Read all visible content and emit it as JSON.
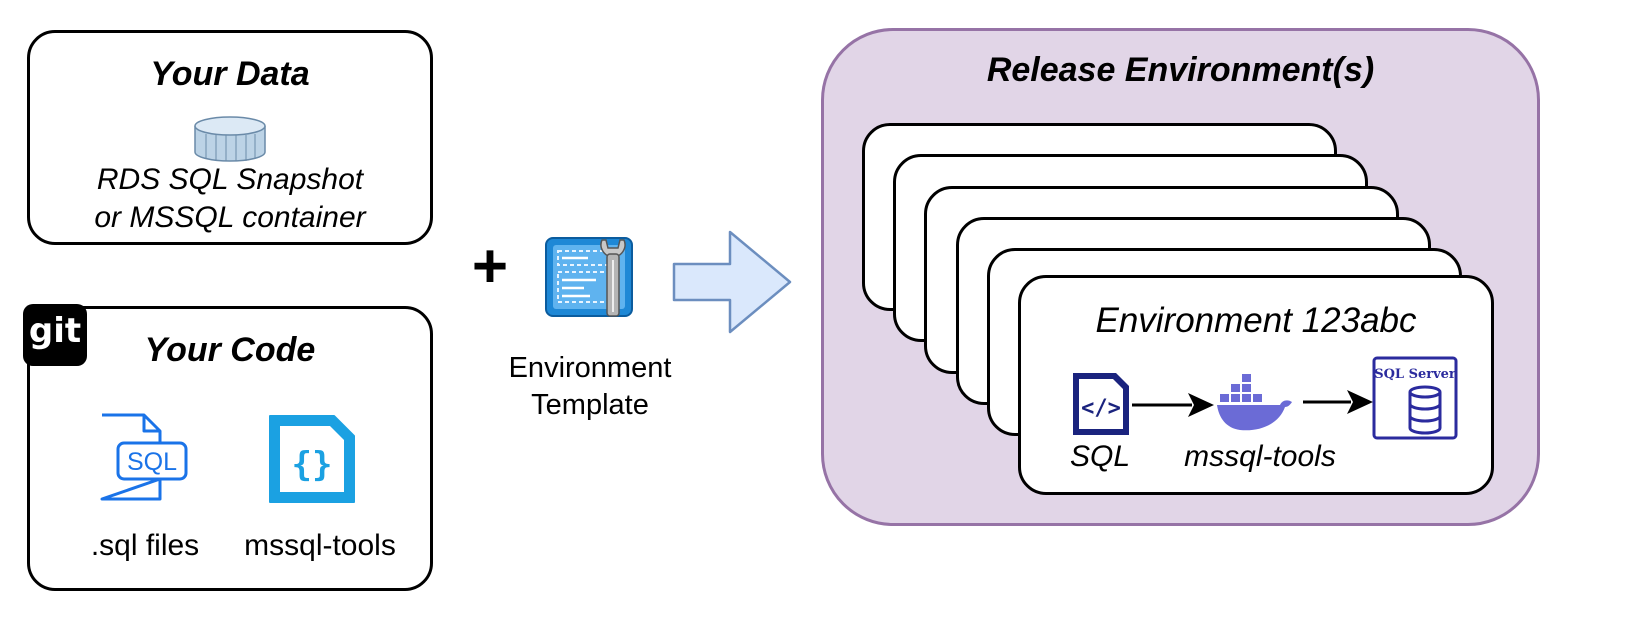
{
  "data_box": {
    "title": "Your Data",
    "caption_line1": "RDS SQL Snapshot",
    "caption_line2": "or MSSQL container"
  },
  "code_box": {
    "title": "Your Code",
    "git_label": "git",
    "sql_icon_label": "SQL",
    "files": [
      {
        "label": ".sql files",
        "icon": "sql-file-icon"
      },
      {
        "label": "mssql-tools",
        "icon": "json-file-icon"
      }
    ]
  },
  "plus": "+",
  "template": {
    "line1": "Environment",
    "line2": "Template",
    "icon": "template-wrench-icon"
  },
  "release": {
    "title": "Release Environment(s)",
    "env_title": "Environment 123abc",
    "pipeline": [
      {
        "label": "SQL",
        "icon": "code-file-icon"
      },
      {
        "label": "mssql-tools",
        "icon": "docker-whale-icon"
      },
      {
        "label": "",
        "icon": "sql-server-icon",
        "badge": "SQL Server"
      }
    ]
  },
  "colors": {
    "release_fill": "#e1d5e7",
    "release_border": "#9673a6",
    "arrow_fill": "#dae8fc",
    "arrow_stroke": "#6c8ebf",
    "sql_icon_blue": "#1a73e8",
    "json_icon_cyan": "#1ba1e2",
    "code_icon_navy": "#1a237e",
    "docker_purple": "#6b6bd6",
    "sqlserver_navy": "#2b2b9e"
  }
}
